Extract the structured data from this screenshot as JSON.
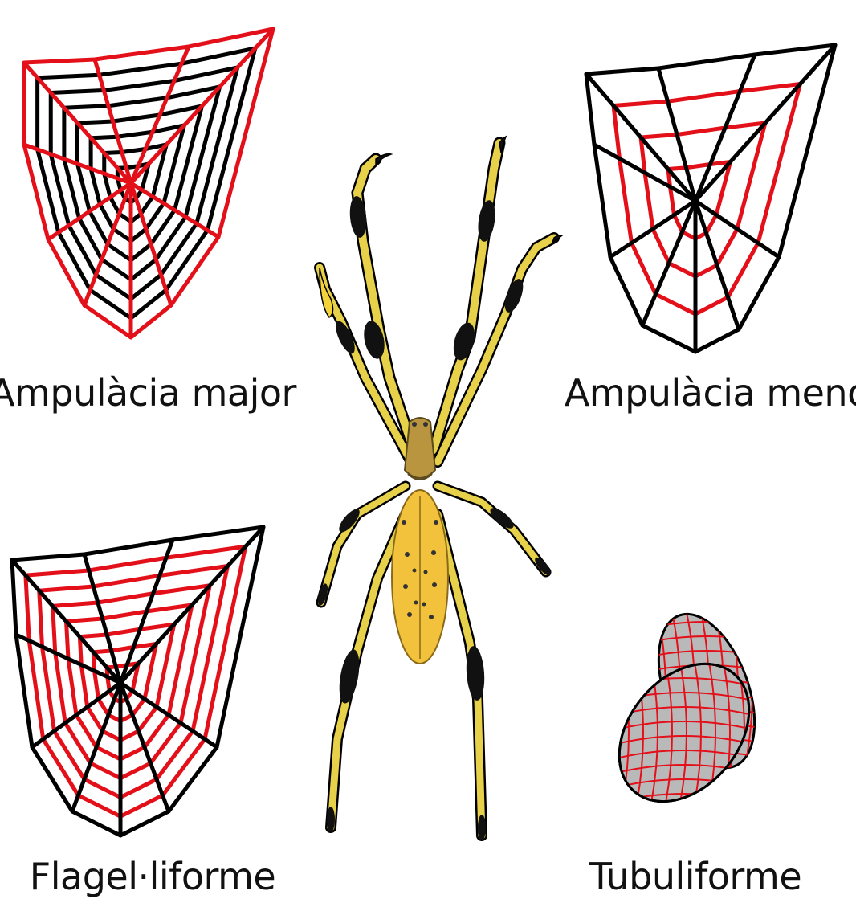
{
  "labels": {
    "major_ampullate": "Ampulàcia major",
    "minor_ampullate": "Ampulàcia menor",
    "flagelliform": "Flagel·liforme",
    "tubuliform": "Tubuliforme"
  },
  "colors": {
    "highlight": "#e3101a",
    "outline": "#000000",
    "spider_body": "#f2c23c",
    "spider_leg": "#e8d14a",
    "spider_head": "#b8953e",
    "egg_case": "#b9b9b9"
  },
  "icons": [
    "spider-illustration",
    "web-diagram",
    "egg-sac-icon"
  ]
}
